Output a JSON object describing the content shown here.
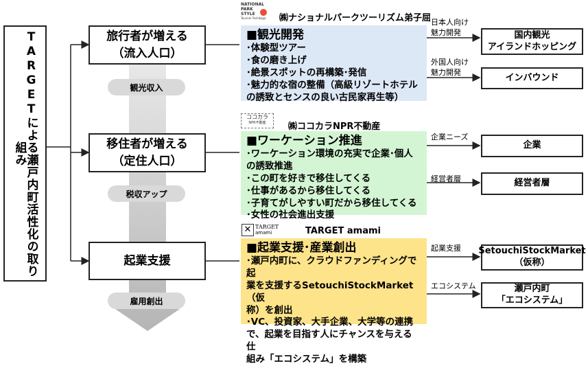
{
  "vertical_title": "TARGETによる瀬戸内町活性化の取り組み",
  "rows": [
    {
      "stage_lines": [
        "旅行者が増える",
        "（流入人口）"
      ],
      "outcome": "観光収入",
      "company": "㈱ナショナルパークツーリズム弟子屈",
      "logo_text": [
        "NATIONAL",
        "PARK",
        "STYLE",
        "Tourism Teshikaga"
      ],
      "panel_title": "■観光開発",
      "panel_items": [
        "･体験型ツアー",
        "･食の磨き上げ",
        "･絶景スポットの再構築･発信",
        "･魅力的な宿の整備（高級リゾートホテル\nの誘致とセンスの良い古民家再生等）"
      ],
      "targets": [
        {
          "label": "日本人向け\n魅力開発",
          "result": "国内観光\nアイランドホッピング"
        },
        {
          "label": "外国人向け\n魅力開発",
          "result": "インバウンド"
        }
      ]
    },
    {
      "stage_lines": [
        "移住者が増える",
        "（定住人口）"
      ],
      "outcome": "税収アップ",
      "company": "㈱ココカラNPR不動産",
      "logo_text": [
        "ココカラ",
        "NPR不動産"
      ],
      "panel_title": "■ワーケーション推進",
      "panel_items": [
        "･ワーケーション環境の充実で企業･個人\nの誘致推進",
        "･この町を好きで移住してくる",
        "･仕事があるから移住してくる",
        "･子育てがしやすい町だから移住してくる",
        "･女性の社会進出支援"
      ],
      "targets": [
        {
          "label": "企業ニーズ",
          "result": "企業"
        },
        {
          "label": "経営者層",
          "result": "経営者層"
        }
      ]
    },
    {
      "stage_lines": [
        "起業支援"
      ],
      "outcome": "雇用創出",
      "company": "TARGET amami",
      "logo_text": [
        "TARGET",
        "amami"
      ],
      "panel_title": "■起業支援･産業創出",
      "panel_items": [
        "･瀬戸内町に、クラウドファンディングで起\n業を支援するSetouchiStockMarket（仮\n称）を創出",
        "･VC、投資家、大手企業、大学等の連携\nで、起業を目指す人にチャンスを与える仕\n組み「エコシステム」を構築"
      ],
      "targets": [
        {
          "label": "起業支援",
          "result": "SetouchiStockMarket\n（仮称）"
        },
        {
          "label": "エコシステム",
          "result": "瀬戸内町\n「エコシステム」"
        }
      ]
    }
  ],
  "colors": {
    "arrow_gray": "#c8c8c8",
    "panel_blue": "#dde8f6",
    "panel_green": "#d3f5d3",
    "panel_yellow": "#fde38a"
  }
}
